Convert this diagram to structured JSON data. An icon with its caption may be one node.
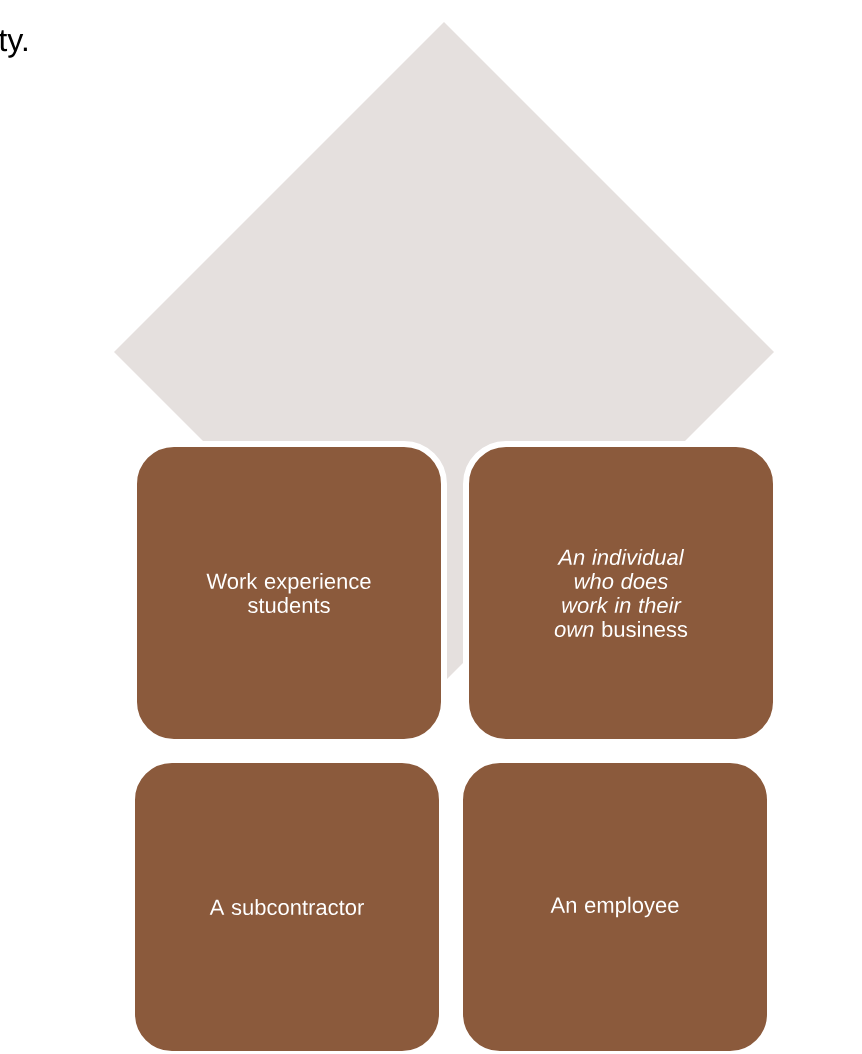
{
  "diagram": {
    "nodes": [
      {
        "text": [],
        "shape": "diamond"
      },
      {
        "text": [
          "Work experience students"
        ]
      },
      {
        "text": [
          "*An individual who does work in their own* business"
        ]
      },
      {
        "text": [
          "A subcontractor"
        ]
      },
      {
        "text": [
          "An employee"
        ]
      }
    ],
    "labels": [
      "ty."
    ]
  }
}
